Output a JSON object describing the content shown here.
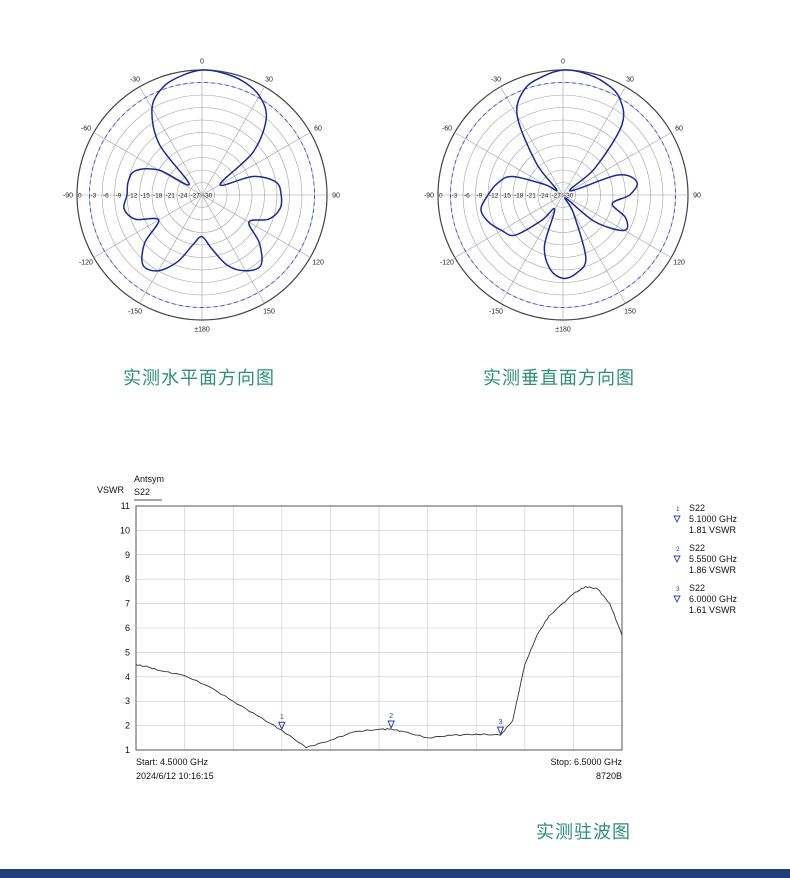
{
  "captions": {
    "horizontal": "实测水平面方向图",
    "vertical": "实测垂直面方向图",
    "vswr": "实测驻波图"
  },
  "colors": {
    "pattern": "#1b2a9a",
    "reference": "#4a5ad0",
    "grid": "#a0a0a0",
    "caption": "#2d8f7b",
    "trace": "#333333",
    "marker": "#2a3fb0",
    "bottom_bar": "#233f7a"
  },
  "chart_data": [
    {
      "type": "polar",
      "angle_labels": [
        "0",
        "30",
        "-30",
        "60",
        "-60",
        "90",
        "-90",
        "120",
        "-120",
        "150",
        "-150",
        "±180"
      ],
      "radial_labels": [
        "0",
        "-3",
        "-6",
        "-9",
        "-12",
        "-15",
        "-18",
        "-21",
        "-24",
        "-27",
        "-30"
      ],
      "rlim": [
        -30,
        0
      ],
      "reference_db": -3,
      "grid": true,
      "pattern": {
        "angles": [
          0,
          10,
          20,
          30,
          40,
          50,
          60,
          70,
          80,
          90,
          100,
          110,
          120,
          130,
          140,
          150,
          160,
          170,
          180,
          190,
          200,
          210,
          220,
          230,
          240,
          250,
          260,
          270,
          280,
          290,
          300,
          310,
          320,
          330,
          340,
          350
        ],
        "values": [
          0,
          -0.3,
          -1,
          -2.5,
          -6,
          -14,
          -25,
          -17,
          -12,
          -11,
          -11,
          -13,
          -17,
          -12,
          -8,
          -9,
          -12,
          -17,
          -20,
          -18,
          -13,
          -9,
          -8,
          -12,
          -18,
          -13,
          -11,
          -12,
          -12,
          -13,
          -18,
          -26,
          -14,
          -6,
          -2.5,
          -1
        ]
      }
    },
    {
      "type": "polar",
      "angle_labels": [
        "0",
        "30",
        "-30",
        "60",
        "-60",
        "90",
        "-90",
        "120",
        "-120",
        "150",
        "-150",
        "±180"
      ],
      "radial_labels": [
        "0",
        "-3",
        "-6",
        "-9",
        "-12",
        "-15",
        "-18",
        "-21",
        "-24",
        "-27",
        "-30"
      ],
      "rlim": [
        -30,
        0
      ],
      "reference_db": -3,
      "grid": true,
      "pattern": {
        "angles": [
          0,
          10,
          20,
          30,
          40,
          50,
          60,
          70,
          80,
          90,
          100,
          110,
          120,
          130,
          140,
          150,
          160,
          170,
          180,
          190,
          200,
          210,
          220,
          230,
          240,
          250,
          260,
          270,
          280,
          290,
          300,
          310,
          320,
          330,
          340,
          350
        ],
        "values": [
          0,
          -0.3,
          -1.2,
          -3,
          -8,
          -20,
          -28,
          -16,
          -12,
          -14,
          -18,
          -14,
          -13,
          -20,
          -29,
          -25,
          -14,
          -11,
          -10,
          -12,
          -17,
          -26,
          -22,
          -15,
          -13,
          -11,
          -10,
          -12,
          -14,
          -17,
          -25,
          -28,
          -20,
          -8,
          -3,
          -1.2
        ]
      }
    },
    {
      "type": "line",
      "title": "Antsym",
      "trace_label": "S22",
      "ylabel": "VSWR",
      "xlim": [
        4.5,
        6.5
      ],
      "ylim": [
        1,
        11
      ],
      "yticks": [
        "1",
        "2",
        "3",
        "4",
        "5",
        "6",
        "7",
        "8",
        "9",
        "10",
        "11"
      ],
      "grid": true,
      "x": [
        4.5,
        4.55,
        4.6,
        4.7,
        4.8,
        4.9,
        5.0,
        5.1,
        5.2,
        5.3,
        5.4,
        5.5,
        5.55,
        5.6,
        5.7,
        5.8,
        5.9,
        6.0,
        6.05,
        6.1,
        6.15,
        6.2,
        6.3,
        6.35,
        6.4,
        6.45,
        6.5
      ],
      "y": [
        4.5,
        4.4,
        4.25,
        4.05,
        3.6,
        3.0,
        2.4,
        1.81,
        1.1,
        1.4,
        1.75,
        1.85,
        1.86,
        1.75,
        1.5,
        1.6,
        1.65,
        1.61,
        2.2,
        4.5,
        5.7,
        6.5,
        7.4,
        7.7,
        7.6,
        7.0,
        5.7
      ],
      "markers": [
        {
          "id": "1",
          "trace": "S22",
          "freq": "5.1000 GHz",
          "value": "1.81 VSWR",
          "x": 5.1,
          "y": 1.81
        },
        {
          "id": "2",
          "trace": "S22",
          "freq": "5.5500 GHz",
          "value": "1.86 VSWR",
          "x": 5.55,
          "y": 1.86
        },
        {
          "id": "3",
          "trace": "S22",
          "freq": "6.0000 GHz",
          "value": "1.61 VSWR",
          "x": 6.0,
          "y": 1.61
        }
      ],
      "start_label": "Start: 4.5000 GHz",
      "stop_label": "Stop: 6.5000 GHz",
      "timestamp": "2024/6/12 10:16:15",
      "instrument": "8720B"
    }
  ]
}
